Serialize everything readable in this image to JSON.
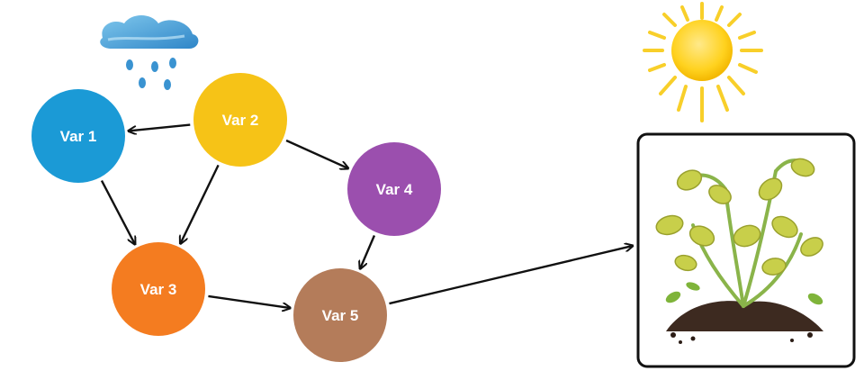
{
  "diagram": {
    "nodes": [
      {
        "id": "var1",
        "label": "Var 1",
        "color": "#1b9ad6"
      },
      {
        "id": "var2",
        "label": "Var 2",
        "color": "#f6c317"
      },
      {
        "id": "var3",
        "label": "Var 3",
        "color": "#f47c20"
      },
      {
        "id": "var4",
        "label": "Var 4",
        "color": "#9b4fae"
      },
      {
        "id": "var5",
        "label": "Var 5",
        "color": "#b47c5a"
      }
    ],
    "edges": [
      {
        "from": "var2",
        "to": "var1"
      },
      {
        "from": "var2",
        "to": "var4"
      },
      {
        "from": "var2",
        "to": "var3"
      },
      {
        "from": "var1",
        "to": "var3"
      },
      {
        "from": "var4",
        "to": "var5"
      },
      {
        "from": "var3",
        "to": "var5"
      },
      {
        "from": "var5",
        "to": "plant"
      }
    ],
    "illustrations": [
      "rain-cloud-icon",
      "sun-icon",
      "plant-icon"
    ]
  }
}
